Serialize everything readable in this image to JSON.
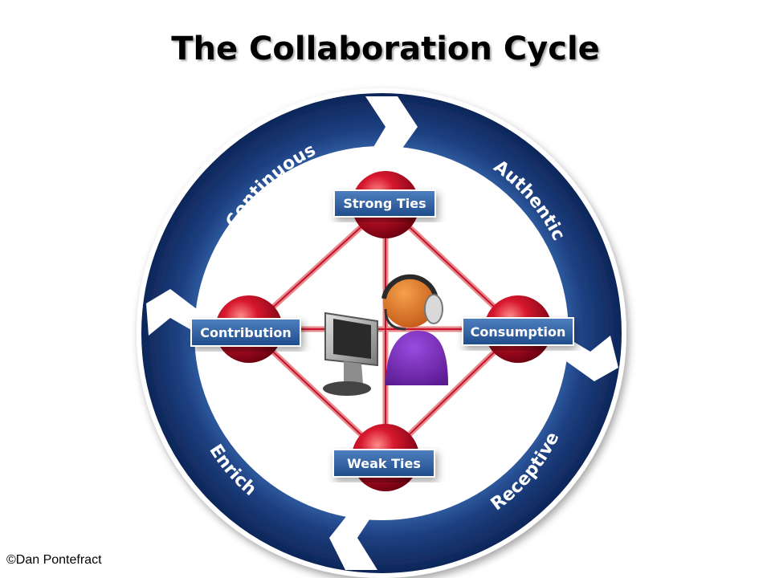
{
  "title": "The Collaboration Cycle",
  "credit": "©Dan Pontefract",
  "ring_segments": {
    "top_left": "Continuous",
    "top_right": "Authentic",
    "bottom_right": "Receptive",
    "bottom_left": "Enrich"
  },
  "nodes": {
    "top": "Strong Ties",
    "left": "Contribution",
    "right": "Consumption",
    "bottom": "Weak Ties"
  },
  "center_icons": [
    "person-headset-icon",
    "computer-monitor-icon"
  ],
  "colors": {
    "ring_dark": "#12306a",
    "ring_mid": "#2c5aa0",
    "node_red": "#c8102e",
    "label_blue": "#2d5d9b",
    "connector": "#e07a7a",
    "person_shirt": "#7b2fb8",
    "person_skin": "#e0762a"
  }
}
